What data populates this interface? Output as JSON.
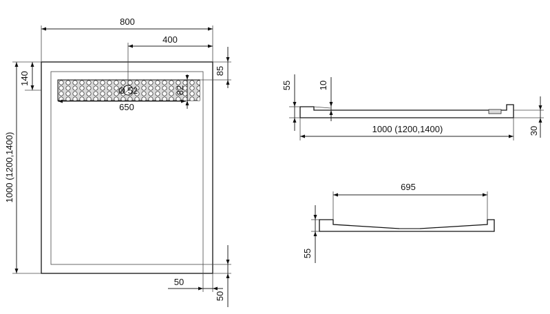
{
  "top_view": {
    "width_label": "800",
    "half_width_label": "400",
    "length_label": "1000 (1200,1400)",
    "drain_offset_label": "140",
    "drain_edge_label": "85",
    "grate_length_label": "650",
    "drain_diameter_label": "Ø 52",
    "grate_width_label": "82",
    "side_margin_label": "50",
    "bottom_margin_label": "50"
  },
  "side_view": {
    "height_label": "55",
    "slope_label": "10",
    "length_label": "1000 (1200,1400)",
    "drain_height_label": "30"
  },
  "front_view": {
    "width_label": "695",
    "height_label": "55"
  }
}
